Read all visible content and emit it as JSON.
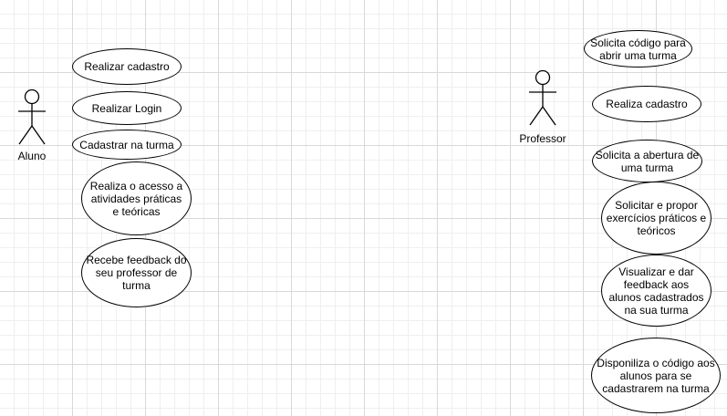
{
  "actors": {
    "aluno": {
      "name": "Aluno"
    },
    "professor": {
      "name": "Professor"
    }
  },
  "aluno_use_cases": [
    "Realizar cadastro",
    "Realizar Login",
    "Cadastrar na turma",
    "Realiza o acesso a atividades práticas e teóricas",
    "Recebe feedback do seu professor de turma"
  ],
  "professor_use_cases": [
    "Solicita código para abrir uma turma",
    "Realiza cadastro",
    "Solicita a abertura de uma turma",
    "Solicitar e propor exercícios práticos e teóricos",
    "Visualizar e dar feedback aos alunos cadastrados na sua turma",
    "Disponiliza o código aos alunos para se cadastrarem na turma"
  ]
}
